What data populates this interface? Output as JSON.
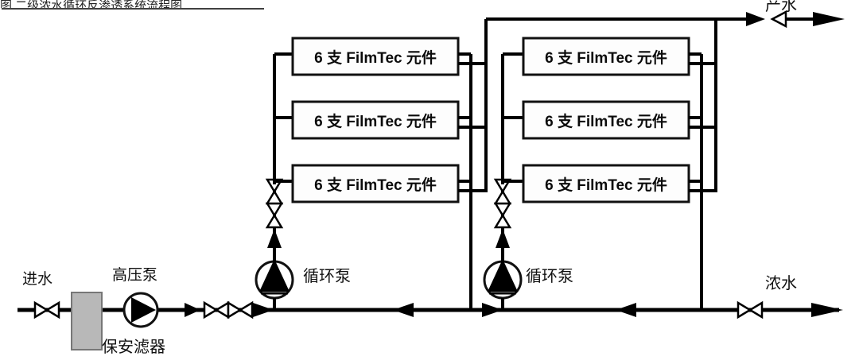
{
  "diagram": {
    "title_caption": "图 二级浓水循环反渗透系统流程图",
    "type": "two-stage reverse osmosis process flow diagram",
    "background_color": "#ffffff",
    "line_color": "#000000",
    "filter_fill_color": "#b8b8b8"
  },
  "labels": {
    "feed": "进水",
    "high_pressure_pump": "高压泵",
    "cartridge_filter": "保安滤器",
    "circulation_pump_1": "循环泵",
    "circulation_pump_2": "循环泵",
    "permeate": "产水",
    "concentrate": "浓水"
  },
  "stages": [
    {
      "id": "stage-1",
      "vessels": [
        {
          "label": "6 支 FilmTec 元件",
          "count": 6,
          "element": "FilmTec"
        },
        {
          "label": "6 支 FilmTec 元件",
          "count": 6,
          "element": "FilmTec"
        },
        {
          "label": "6 支 FilmTec 元件",
          "count": 6,
          "element": "FilmTec"
        }
      ]
    },
    {
      "id": "stage-2",
      "vessels": [
        {
          "label": "6 支 FilmTec 元件",
          "count": 6,
          "element": "FilmTec"
        },
        {
          "label": "6 支 FilmTec 元件",
          "count": 6,
          "element": "FilmTec"
        },
        {
          "label": "6 支 FilmTec 元件",
          "count": 6,
          "element": "FilmTec"
        }
      ]
    }
  ],
  "components": {
    "feed_valve": "feed-gate-valve",
    "cartridge_filter": "cartridge-filter",
    "high_pressure_pump": "centrifugal-pump",
    "check_valve_after_pump": "check-valve",
    "inline_valve_1": "gate-valve",
    "inline_valve_2": "gate-valve",
    "circulation_pump_1": "circulation-pump",
    "circulation_pump_2": "circulation-pump",
    "permeate_check_valve": "check-valve",
    "permeate_valve": "gate-valve",
    "concentrate_valve": "gate-valve"
  }
}
